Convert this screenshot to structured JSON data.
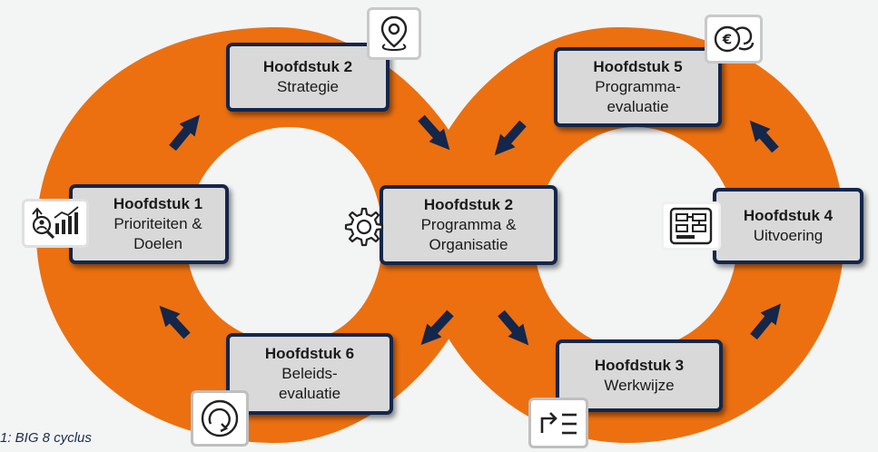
{
  "diagram": {
    "caption": "1: BIG 8 cyclus",
    "colors": {
      "ring": "#ec7010",
      "box_fill": "#d9d9d9",
      "box_border": "#14264a",
      "arrow": "#14264a"
    },
    "boxes": [
      {
        "id": "h2-strategie",
        "title": "Hoofdstuk 2",
        "lines": [
          "Strategie"
        ],
        "icon": "location-pin-icon"
      },
      {
        "id": "h5-programma-evaluatie",
        "title": "Hoofdstuk 5",
        "lines": [
          "Programma-",
          "evaluatie"
        ],
        "icon": "euro-coins-icon"
      },
      {
        "id": "h1-prioriteiten",
        "title": "Hoofdstuk 1",
        "lines": [
          "Prioriteiten &",
          "Doelen"
        ],
        "icon": "analytics-magnifier-icon"
      },
      {
        "id": "h2-programma-organisatie",
        "title": "Hoofdstuk 2",
        "lines": [
          "Programma &",
          "Organisatie"
        ],
        "icon": "gear-icon"
      },
      {
        "id": "h4-uitvoering",
        "title": "Hoofdstuk 4",
        "lines": [
          "Uitvoering"
        ],
        "icon": "workflow-icon"
      },
      {
        "id": "h6-beleidsevaluatie",
        "title": "Hoofdstuk 6",
        "lines": [
          "Beleids-",
          "evaluatie"
        ],
        "icon": "cycle-icon"
      },
      {
        "id": "h3-werkwijze",
        "title": "Hoofdstuk 3",
        "lines": [
          "Werkwijze"
        ],
        "icon": "redo-list-icon"
      }
    ]
  }
}
